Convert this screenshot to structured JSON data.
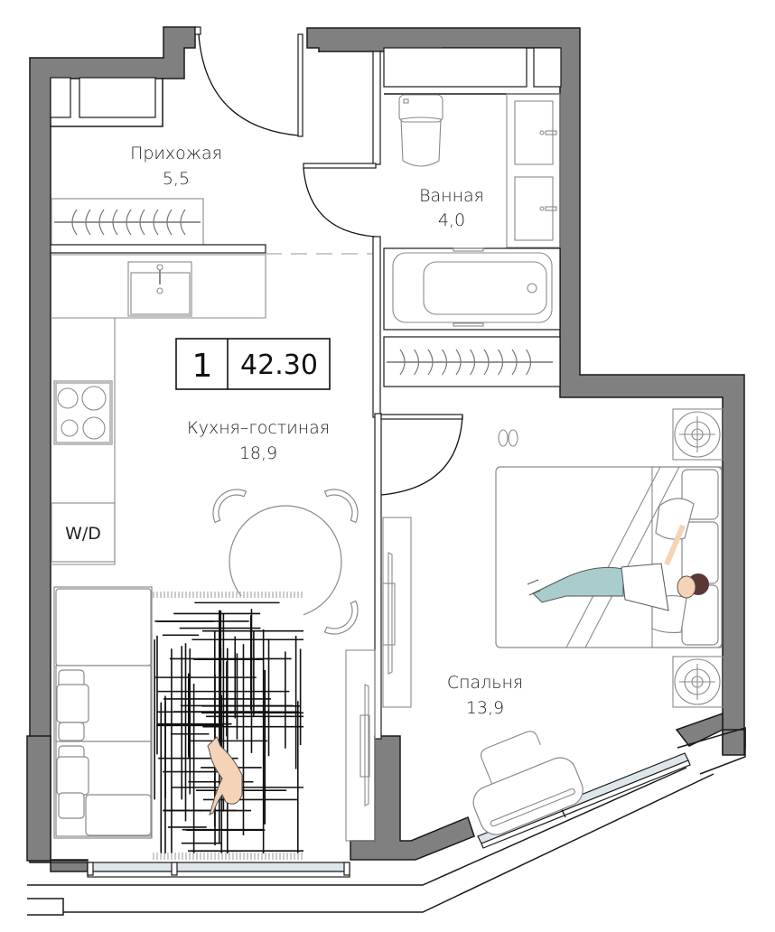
{
  "plan": {
    "rooms_count": "1",
    "total_area": "42.30",
    "rooms": [
      {
        "name": "Прихожая",
        "area": "5,5"
      },
      {
        "name": "Ванная",
        "area": "4,0"
      },
      {
        "name": "Кухня–гостиная",
        "area": "18,9"
      },
      {
        "name": "Спальня",
        "area": "13,9"
      }
    ],
    "appliance_label": "W/D",
    "colors": {
      "wall": "#808080",
      "window_glass": "#dde6ea",
      "pajamas": "#a9cccc",
      "skin": "#f5d3b6",
      "hair": "#5a3838"
    }
  }
}
